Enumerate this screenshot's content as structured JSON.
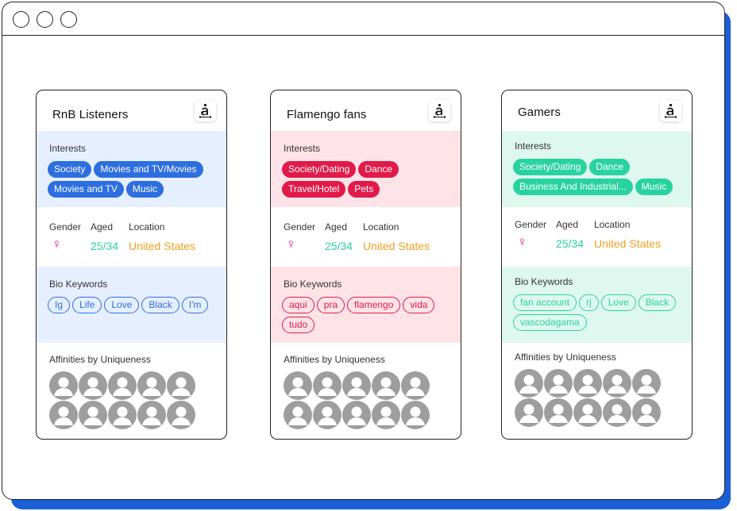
{
  "colors": {
    "blue": "#2e6fe0",
    "blue_bg": "#e6efff",
    "red": "#e01a4a",
    "red_bg": "#ffe3e8",
    "green": "#29d3a0",
    "green_bg": "#dff8ef",
    "window_shadow": "#1a5fd6",
    "age": "#29d3a0",
    "location": "#f0a020",
    "female": "#e0218a"
  },
  "labels": {
    "interests": "Interests",
    "gender": "Gender",
    "aged": "Aged",
    "location": "Location",
    "bio_keywords": "Bio Keywords",
    "affinities": "Affinities by Uniqueness"
  },
  "cards": [
    {
      "title": "RnB Listeners",
      "theme": "blue",
      "interests": [
        "Society",
        "Movies and TV/Movies",
        "Movies and TV",
        "Music"
      ],
      "gender_icon": "female-icon",
      "age": "25/34",
      "location": "United States",
      "keywords": [
        "Ig",
        "Life",
        "Love",
        "Black",
        "I'm"
      ]
    },
    {
      "title": "Flamengo fans",
      "theme": "red",
      "interests": [
        "Society/Dating",
        "Dance",
        "Travel/Hotel",
        "Pets"
      ],
      "gender_icon": "female-icon",
      "age": "25/34",
      "location": "United States",
      "keywords": [
        "aqui",
        "pra",
        "flamengo",
        "vida",
        "tudo"
      ]
    },
    {
      "title": "Gamers",
      "theme": "green",
      "interests": [
        "Society/Dating",
        "Dance",
        "Business And Industrial...",
        "Music"
      ],
      "gender_icon": "female-icon",
      "age": "25/34",
      "location": "United States",
      "keywords": [
        "fan account",
        "rj",
        "Love",
        "Black",
        "vascodagama"
      ]
    }
  ]
}
